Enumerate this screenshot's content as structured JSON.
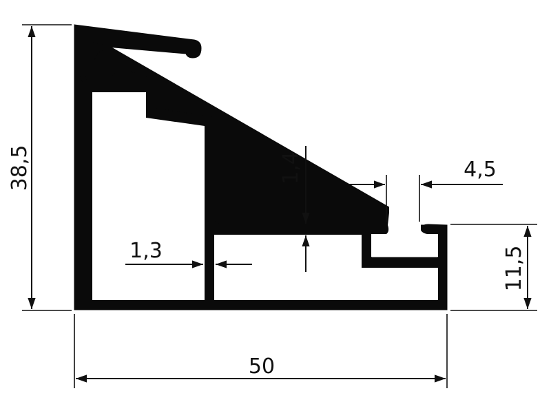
{
  "drawing": {
    "type": "aluminium-profile-cross-section",
    "colors": {
      "profile": "#0a0a0a",
      "dimension_lines": "#111111",
      "background": "#ffffff"
    },
    "dimensions": {
      "overall_height": "38,5",
      "overall_width": "50",
      "lower_height": "11,5",
      "web_thickness": "1,3",
      "flange_thickness": "1,4",
      "slot_width": "4,5"
    }
  }
}
